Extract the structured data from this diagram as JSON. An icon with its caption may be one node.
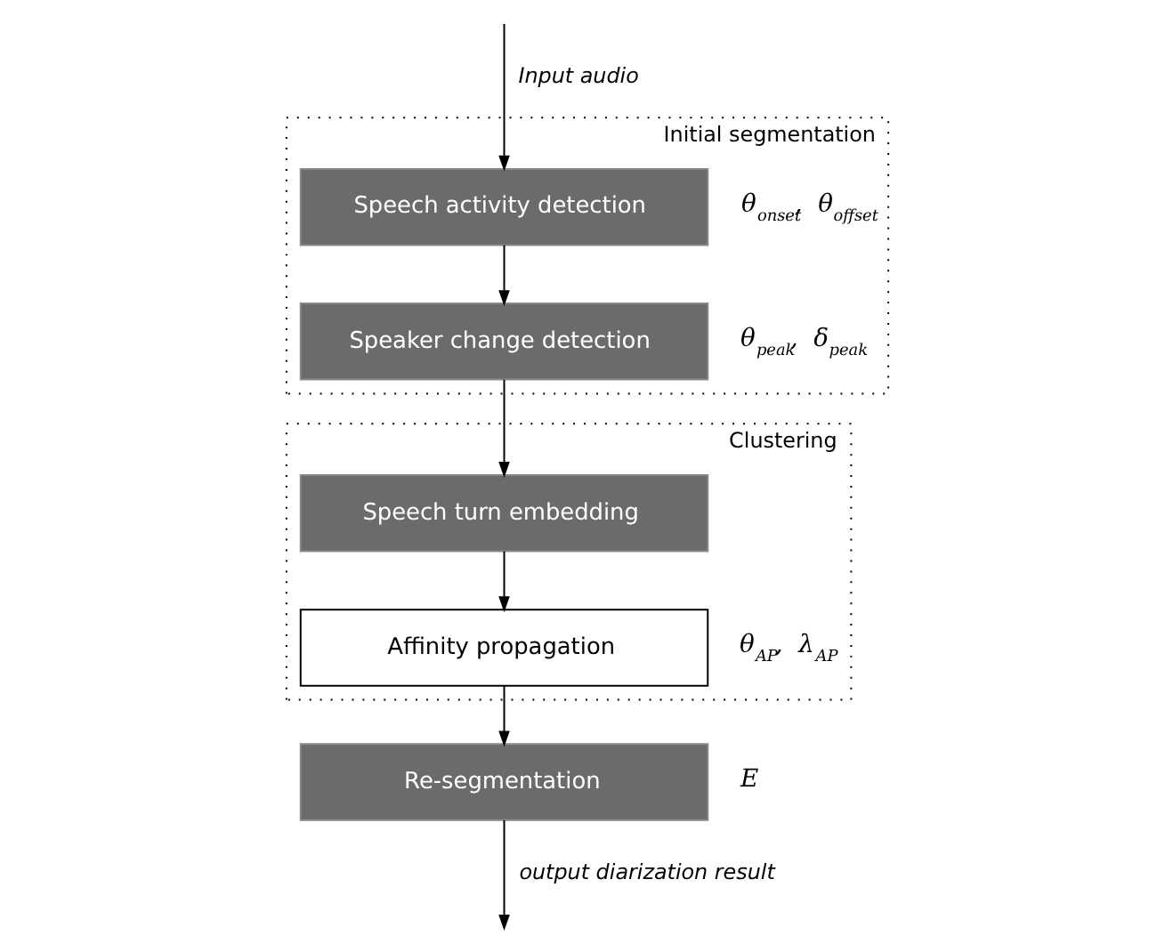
{
  "diagram": {
    "nodes": [
      {
        "text": [
          "Initial segmentation"
        ]
      },
      {
        "text": [
          "Speech activity detection"
        ],
        "in": 0,
        "beside": [
          "θ$_{onset}$,  θ$_{offset}$"
        ]
      },
      {
        "text": [
          "Speaker change detection"
        ],
        "in": 0,
        "beside": [
          "θ$_{peak}$,  δ$_{peak}$"
        ]
      },
      {
        "text": [
          "Clustering"
        ]
      },
      {
        "text": [
          "Speech turn embedding"
        ],
        "in": 3
      },
      {
        "text": [
          "Affinity propagation"
        ],
        "in": 3,
        "beside": [
          "θ$_{AP}$,  λ$_{AP}$"
        ]
      },
      {
        "text": [
          "Re-segmentation"
        ],
        "beside": [
          "E"
        ]
      }
    ],
    "edges": [
      {
        "from": null,
        "to": 1,
        "arrow": "to",
        "label": "Input audio"
      },
      {
        "from": 1,
        "to": 2,
        "arrow": "to"
      },
      {
        "from": 2,
        "to": 4,
        "arrow": "to"
      },
      {
        "from": 4,
        "to": 5,
        "arrow": "to"
      },
      {
        "from": 5,
        "to": 6,
        "arrow": "to"
      },
      {
        "from": 6,
        "to": null,
        "arrow": "to",
        "label": "output diarization result"
      }
    ]
  }
}
